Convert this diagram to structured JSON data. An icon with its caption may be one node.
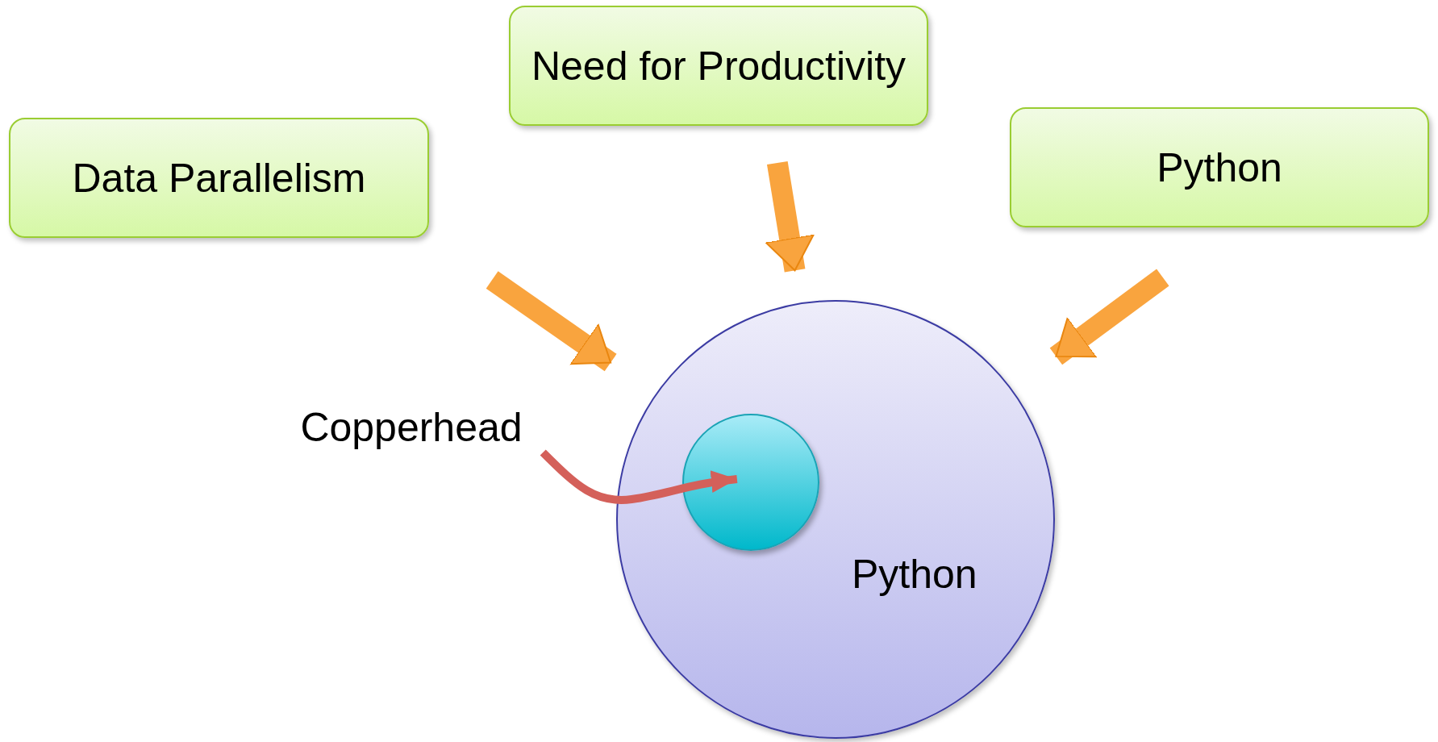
{
  "diagram": {
    "nodes": [
      {
        "text": [
          "Data Parallelism"
        ]
      },
      {
        "text": [
          "Need for Productivity"
        ]
      },
      {
        "text": [
          "Python"
        ]
      },
      {
        "text": [
          "Copperhead"
        ]
      },
      {
        "text": [
          "Python"
        ]
      },
      {
        "text": [],
        "shape": "circle",
        "in": 4
      }
    ],
    "edges": [
      {
        "from": 0,
        "to": 4,
        "arrow": "to"
      },
      {
        "from": 1,
        "to": 4,
        "arrow": "to"
      },
      {
        "from": 2,
        "to": 4,
        "arrow": "to"
      },
      {
        "from": 3,
        "to": 5,
        "arrow": "to",
        "color": "#d4605a"
      }
    ]
  }
}
